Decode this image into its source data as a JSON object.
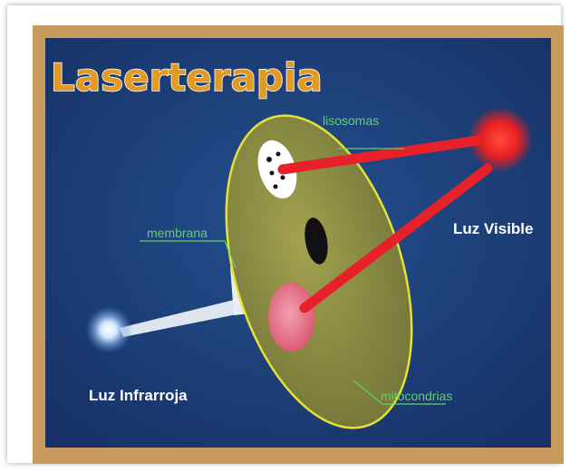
{
  "title": "Laserterapia",
  "labels": {
    "lisosomas": "lisosomas",
    "membrana": "membrana",
    "mitocondrias": "mitocondrias",
    "luz_visible": "Luz Visible",
    "luz_infrarroja": "Luz Infrarroja"
  },
  "colors": {
    "frame_border": "#c99a5e",
    "background": "#1d3d79",
    "title": "#e39a22",
    "cell": "#8f9144",
    "cell_outline": "#e4e238",
    "label_green": "#5fd16a",
    "red_beam": "#e8202a",
    "infrared_beam": "#e8eef6",
    "mitochondria": "#e9708a"
  },
  "icons": [
    "lysosome-vesicle",
    "nucleus",
    "mitochondria",
    "visible-light-source",
    "infrared-light-source"
  ]
}
